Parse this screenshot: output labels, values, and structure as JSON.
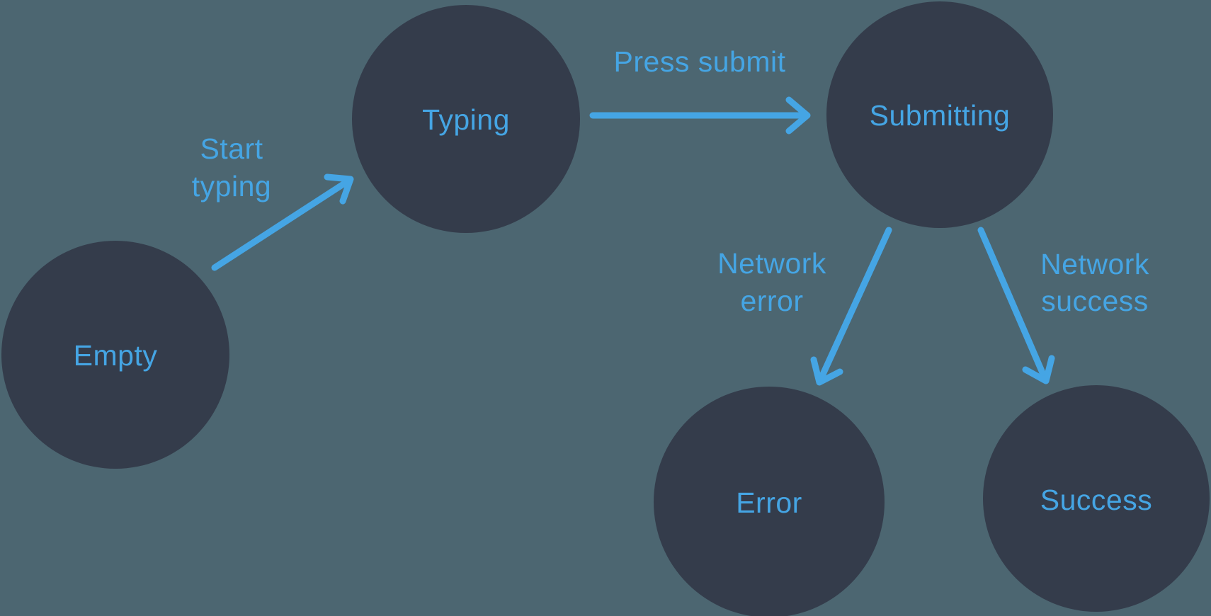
{
  "diagram": {
    "kind": "state-machine",
    "colors": {
      "background": "#4C6671",
      "node": "#343C4B",
      "accent": "#45A5E4"
    },
    "nodes": [
      {
        "id": "empty",
        "label": "Empty"
      },
      {
        "id": "typing",
        "label": "Typing"
      },
      {
        "id": "submitting",
        "label": "Submitting"
      },
      {
        "id": "error",
        "label": "Error"
      },
      {
        "id": "success",
        "label": "Success"
      }
    ],
    "edges": [
      {
        "from": "Empty",
        "to": "Typing",
        "label_lines": [
          "Start",
          "typing"
        ]
      },
      {
        "from": "Typing",
        "to": "Submitting",
        "label_lines": [
          "Press submit"
        ]
      },
      {
        "from": "Submitting",
        "to": "Error",
        "label_lines": [
          "Network",
          "error"
        ]
      },
      {
        "from": "Submitting",
        "to": "Success",
        "label_lines": [
          "Network",
          "success"
        ]
      }
    ]
  }
}
